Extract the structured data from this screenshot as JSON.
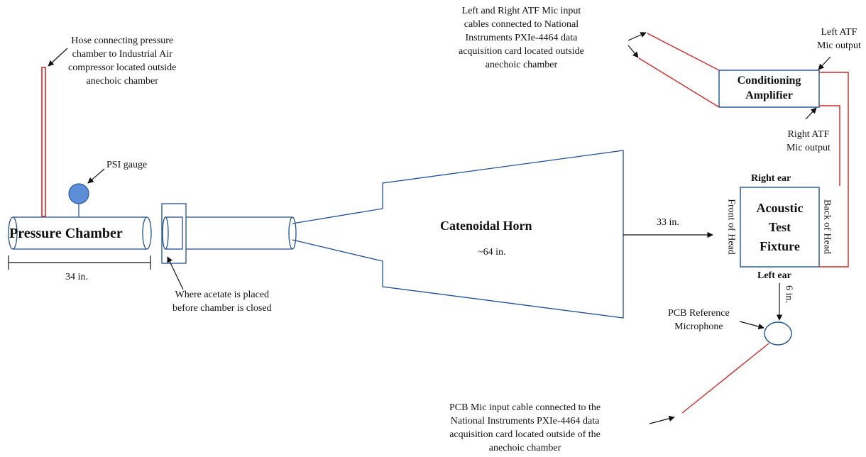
{
  "labels": {
    "hose": [
      "Hose connecting pressure",
      "chamber to Industrial Air",
      "compressor located outside",
      "anechoic chamber"
    ],
    "psi_gauge": "PSI gauge",
    "pressure_chamber": "Pressure Chamber",
    "chamber_length": "34 in.",
    "acetate": [
      "Where acetate is placed",
      "before chamber is closed"
    ],
    "horn": "Catenoidal Horn",
    "horn_length": "~64 in.",
    "distance_33": "33 in.",
    "atf_cables": [
      "Left and Right ATF Mic input",
      "cables connected to National",
      "Instruments PXIe-4464 data",
      "acquisition card located outside",
      "anechoic chamber"
    ],
    "conditioning_amplifier": [
      "Conditioning",
      "Amplifier"
    ],
    "left_atf_output": [
      "Left ATF",
      "Mic output"
    ],
    "right_atf_output": [
      "Right ATF",
      "Mic output"
    ],
    "right_ear": "Right ear",
    "left_ear": "Left ear",
    "front_of_head": "Front of Head",
    "back_of_head": "Back of Head",
    "acoustic_test_fixture": [
      "Acoustic",
      "Test",
      "Fixture"
    ],
    "distance_6": "6 in.",
    "pcb_reference": [
      "PCB Reference",
      "Microphone"
    ],
    "pcb_cable": [
      "PCB Mic input cable connected to the",
      "National Instruments PXIe-4464 data",
      "acquisition card located outside of the",
      "anechoic chamber"
    ]
  },
  "colors": {
    "line": "#1f4e9a",
    "cable": "#d62828",
    "gauge_fill": "#5b8ed6"
  }
}
